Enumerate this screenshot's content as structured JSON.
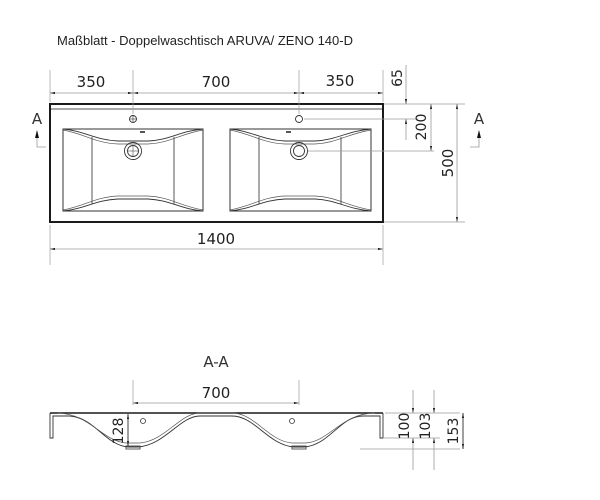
{
  "title": "Maßblatt - Doppelwaschtisch ARUVA/ ZENO 140-D",
  "top_view": {
    "dim_left": "350",
    "dim_center": "700",
    "dim_right": "350",
    "dim_total_width": "1400",
    "dim_depth": "500",
    "dim_faucet_offset": "65",
    "dim_drain_offset": "200",
    "section_marker_left": "A",
    "section_marker_right": "A"
  },
  "section_view": {
    "label": "A-A",
    "dim_drain_spacing": "700",
    "dim_basin_depth": "128",
    "dim_height_1": "100",
    "dim_height_2": "103",
    "dim_height_3": "153"
  },
  "colors": {
    "line": "#1a1a1a",
    "dim_line": "#9a9a9a",
    "background": "#ffffff"
  }
}
